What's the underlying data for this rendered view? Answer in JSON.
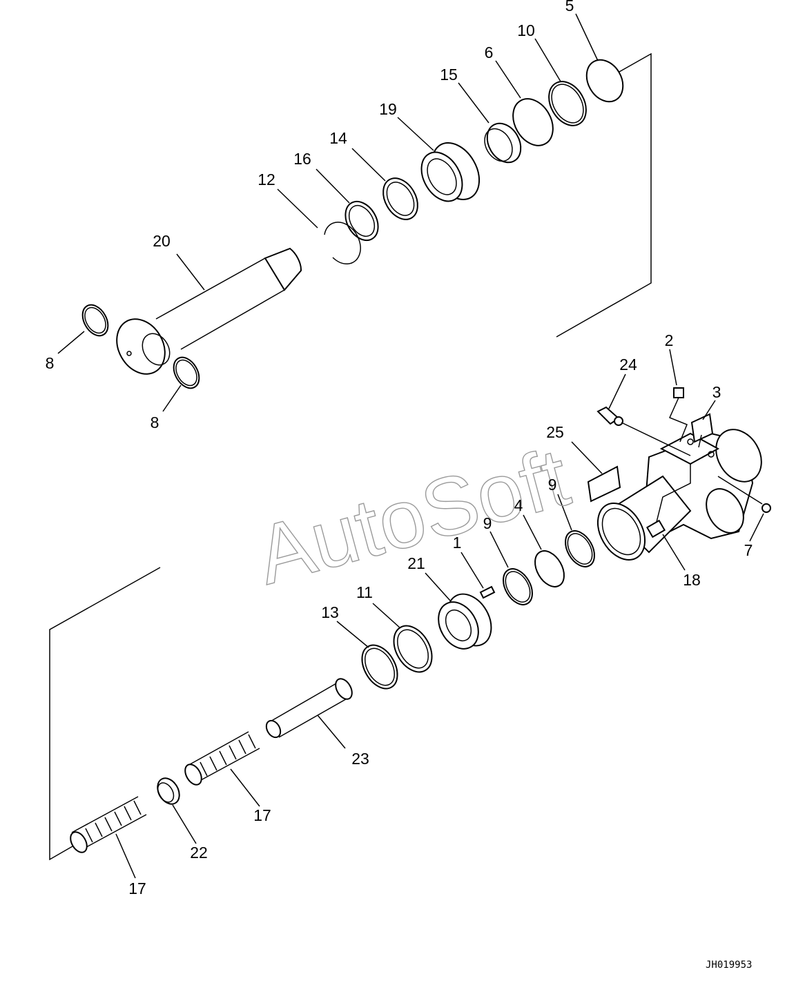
{
  "diagram": {
    "drawing_code": "JH019953",
    "watermark": "AutoSoft",
    "callouts": [
      {
        "id": "c5",
        "text": "5"
      },
      {
        "id": "c10",
        "text": "10"
      },
      {
        "id": "c6",
        "text": "6"
      },
      {
        "id": "c15",
        "text": "15"
      },
      {
        "id": "c19",
        "text": "19"
      },
      {
        "id": "c14",
        "text": "14"
      },
      {
        "id": "c16",
        "text": "16"
      },
      {
        "id": "c12",
        "text": "12"
      },
      {
        "id": "c20",
        "text": "20"
      },
      {
        "id": "c8a",
        "text": "8"
      },
      {
        "id": "c8b",
        "text": "8"
      },
      {
        "id": "c2",
        "text": "2"
      },
      {
        "id": "c24",
        "text": "24"
      },
      {
        "id": "c3",
        "text": "3"
      },
      {
        "id": "c25",
        "text": "25"
      },
      {
        "id": "c9a",
        "text": "9"
      },
      {
        "id": "c4",
        "text": "4"
      },
      {
        "id": "c9b",
        "text": "9"
      },
      {
        "id": "c1",
        "text": "1"
      },
      {
        "id": "c7",
        "text": "7"
      },
      {
        "id": "c18",
        "text": "18"
      },
      {
        "id": "c21",
        "text": "21"
      },
      {
        "id": "c11",
        "text": "11"
      },
      {
        "id": "c13",
        "text": "13"
      },
      {
        "id": "c23",
        "text": "23"
      },
      {
        "id": "c17a",
        "text": "17"
      },
      {
        "id": "c22",
        "text": "22"
      },
      {
        "id": "c17b",
        "text": "17"
      }
    ]
  }
}
